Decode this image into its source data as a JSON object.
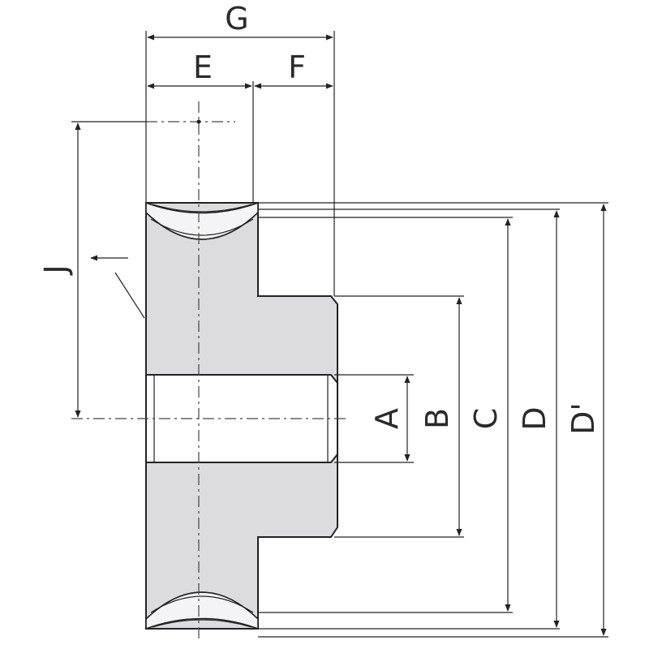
{
  "labels": {
    "G": "G",
    "E": "E",
    "F": "F",
    "J": "J",
    "A": "A",
    "B": "B",
    "C": "C",
    "D": "D",
    "D2": "D'"
  },
  "colors": {
    "body_fill": "#dcdce0",
    "tooth_fill": "#f4f4f6",
    "bore_fill": "#ffffff",
    "line": "#222222"
  }
}
